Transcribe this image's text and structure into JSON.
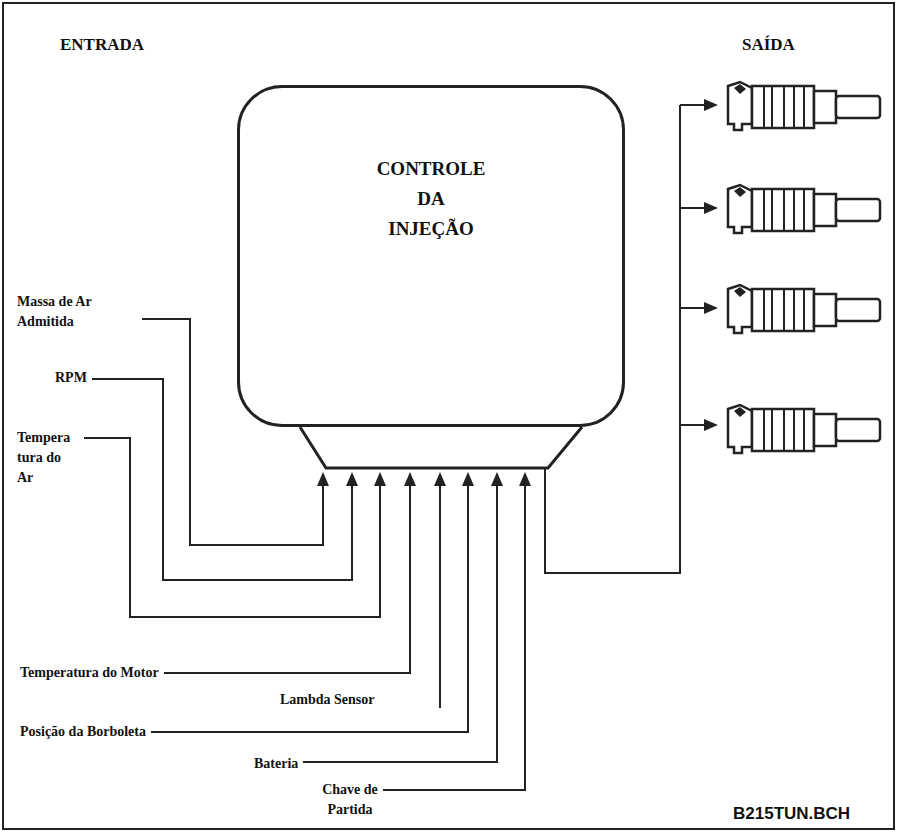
{
  "diagram": {
    "nodes": [
      {
        "text": [
          "CONTROLE DA INJEÇÃO"
        ]
      }
    ],
    "edges": [],
    "labels": [
      "ENTRADA",
      "SAÍDA",
      "Massa de Ar Admitida",
      "RPM",
      "Tempera tura do Ar",
      "Temperatura do Motor",
      "Lambda Sensor",
      "Posição da Borboleta",
      "Bateria",
      "Chave de Partida",
      "B215TUN.BCH"
    ]
  }
}
